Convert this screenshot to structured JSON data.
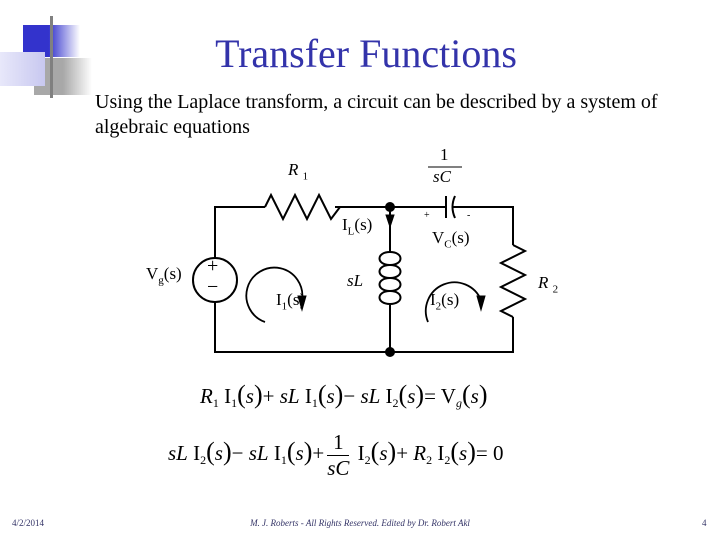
{
  "title": "Transfer Functions",
  "bullet": "Using the Laplace transform, a circuit can be described by a system of algebraic equations",
  "circuit": {
    "r1": "R",
    "r1_sub": "1",
    "cap_num": "1",
    "cap_den": "sC",
    "il": "I",
    "il_sub": "L",
    "il_arg": "(s)",
    "vc": "V",
    "vc_sub": "C",
    "vc_arg": "(s)",
    "cap_plus": "+",
    "cap_minus": "-",
    "vg": "V",
    "vg_sub": "g",
    "vg_arg": "(s)",
    "src_plus": "+",
    "src_minus": "−",
    "sl": "sL",
    "i1": "I",
    "i1_sub": "1",
    "i1_arg": "(s)",
    "i2": "I",
    "i2_sub": "2",
    "i2_arg": "(s)",
    "r2": "R",
    "r2_sub": "2"
  },
  "equations": {
    "eq1": [
      {
        "t": "R",
        "i": true
      },
      {
        "t": "1",
        "sub": true
      },
      {
        "t": " I"
      },
      {
        "t": "1",
        "sub": true
      },
      {
        "t": "(",
        "b": true
      },
      {
        "t": "s",
        "i": true
      },
      {
        "t": ")",
        "b": true
      },
      {
        "t": "+ "
      },
      {
        "t": "sL",
        "i": true
      },
      {
        "t": " I"
      },
      {
        "t": "1",
        "sub": true
      },
      {
        "t": "(",
        "b": true
      },
      {
        "t": "s",
        "i": true
      },
      {
        "t": ")",
        "b": true
      },
      {
        "t": "− "
      },
      {
        "t": "sL",
        "i": true
      },
      {
        "t": " I"
      },
      {
        "t": "2",
        "sub": true
      },
      {
        "t": "(",
        "b": true
      },
      {
        "t": "s",
        "i": true
      },
      {
        "t": ")",
        "b": true
      },
      {
        "t": "= V"
      },
      {
        "t": "g",
        "sub": true,
        "i": true
      },
      {
        "t": "(",
        "b": true
      },
      {
        "t": "s",
        "i": true
      },
      {
        "t": ")",
        "b": true
      }
    ],
    "eq2a": [
      {
        "t": "sL",
        "i": true
      },
      {
        "t": " I"
      },
      {
        "t": "2",
        "sub": true
      },
      {
        "t": "(",
        "b": true
      },
      {
        "t": "s",
        "i": true
      },
      {
        "t": ")",
        "b": true
      },
      {
        "t": "− "
      },
      {
        "t": "sL",
        "i": true
      },
      {
        "t": " I"
      },
      {
        "t": "1",
        "sub": true
      },
      {
        "t": "(",
        "b": true
      },
      {
        "t": "s",
        "i": true
      },
      {
        "t": ")",
        "b": true
      },
      {
        "t": "+"
      }
    ],
    "eq2_frac_num": "1",
    "eq2_frac_den": "sC",
    "eq2b": [
      {
        "t": " I"
      },
      {
        "t": "2",
        "sub": true
      },
      {
        "t": "(",
        "b": true
      },
      {
        "t": "s",
        "i": true
      },
      {
        "t": ")",
        "b": true
      },
      {
        "t": "+ "
      },
      {
        "t": "R",
        "i": true
      },
      {
        "t": "2",
        "sub": true
      },
      {
        "t": " I"
      },
      {
        "t": "2",
        "sub": true
      },
      {
        "t": "(",
        "b": true
      },
      {
        "t": "s",
        "i": true
      },
      {
        "t": ")",
        "b": true
      },
      {
        "t": "= 0"
      }
    ]
  },
  "footer": {
    "date": "4/2/2014",
    "credit": "M. J. Roberts - All Rights Reserved. Edited by Dr. Robert Akl",
    "page": "4"
  },
  "colors": {
    "title": "#3333aa",
    "deco_blue": "#3333cc",
    "deco_gray": "#a0a0a0"
  }
}
